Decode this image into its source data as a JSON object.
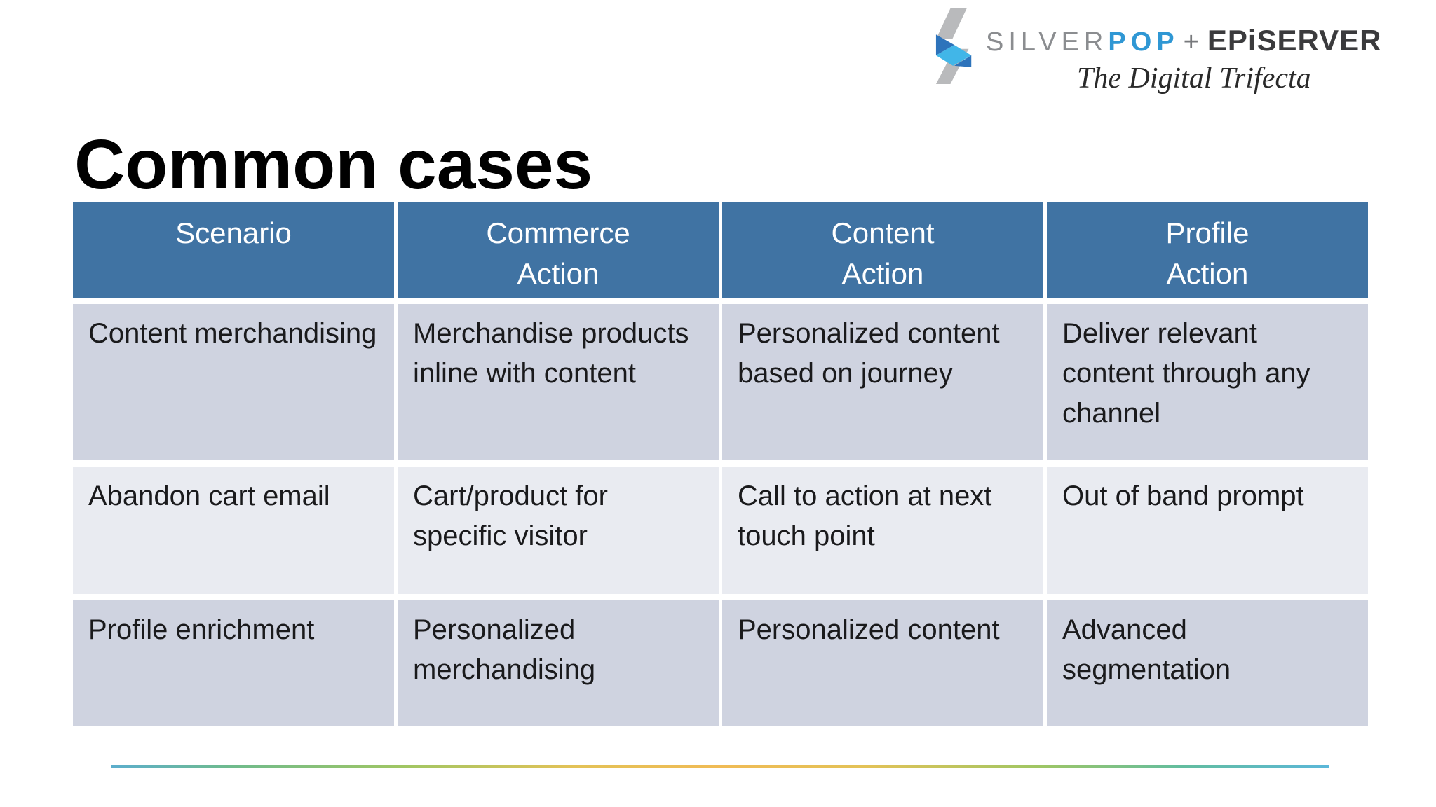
{
  "slide": {
    "title": "Common cases"
  },
  "logo": {
    "mark_icon": "silverpop-s-mark",
    "brand_primary": "SILVER",
    "brand_primary_accent": "POP",
    "brand_separator": "+",
    "brand_secondary": "EPiSERVER",
    "tagline": "The Digital Trifecta",
    "colors": {
      "mark_gray": "#b9babc",
      "mark_blue": "#2d73bb",
      "mark_cyan": "#41b6e8",
      "silver_text": "#8b8d90",
      "pop_text": "#2f97d4",
      "episerver_text": "#3b3b3d"
    }
  },
  "table": {
    "headers": [
      {
        "top": "Scenario",
        "bottom": ""
      },
      {
        "top": "Commerce",
        "bottom": "Action"
      },
      {
        "top": "Content",
        "bottom": "Action"
      },
      {
        "top": "Profile",
        "bottom": "Action"
      }
    ],
    "rows": [
      [
        "Content merchandising",
        "Merchandise products inline with content",
        "Personalized content based on journey",
        "Deliver relevant content through any channel"
      ],
      [
        "Abandon cart email",
        "Cart/product for specific visitor",
        "Call to action at next touch point",
        "Out of band prompt"
      ],
      [
        "Profile enrichment",
        "Personalized merchandising",
        "Personalized content",
        "Advanced segmentation"
      ]
    ],
    "colors": {
      "header_bg": "#4073a3",
      "row_odd_bg": "#cfd3e0",
      "row_even_bg": "#e9ebf1",
      "header_text": "#ffffff",
      "body_text": "#1a1a1c"
    }
  },
  "footer": {
    "divider_gradient": [
      "#5caecd",
      "#a0c663",
      "#f0bb55",
      "#a0c663",
      "#5bb7d9"
    ]
  }
}
